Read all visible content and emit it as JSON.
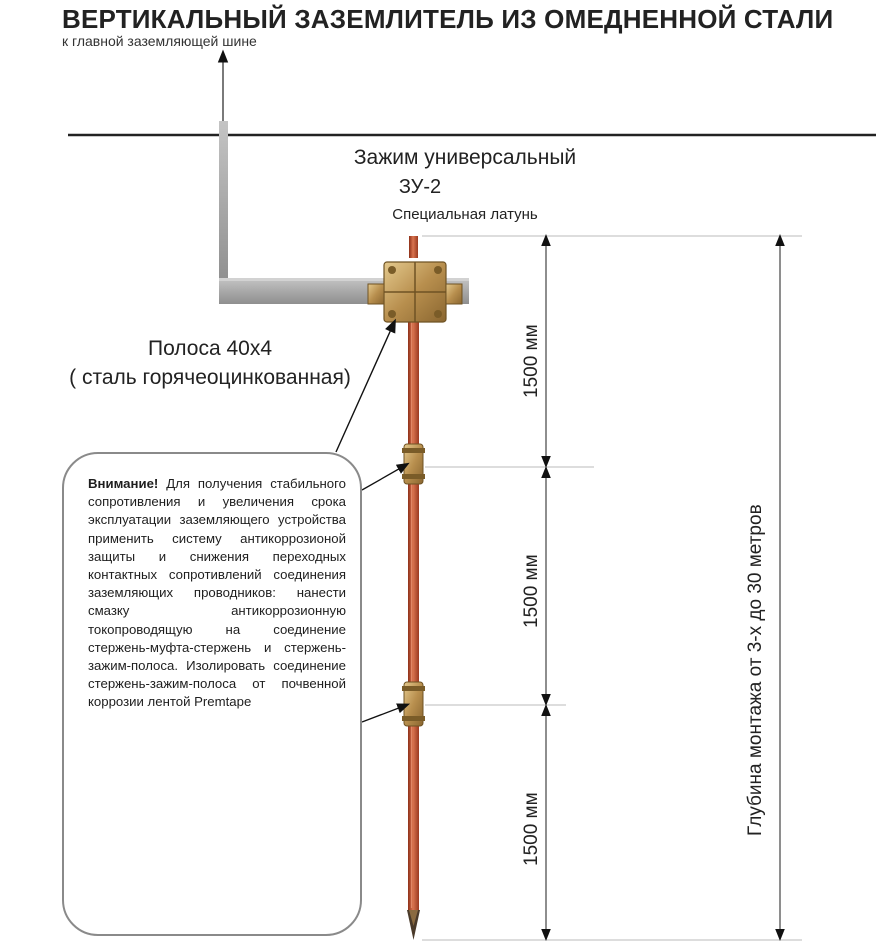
{
  "title": "ВЕРТИКАЛЬНЫЙ ЗАЗЕМЛИТЕЛЬ ИЗ ОМЕДНЕННОЙ СТАЛИ",
  "subtitle": "к главной заземляющей шине",
  "clamp": {
    "title": "Зажим универсальный",
    "model": "ЗУ-2",
    "material": "Специальная латунь"
  },
  "strip": {
    "line1": "Полоса 40х4",
    "line2": "( сталь горячеоцинкованная)"
  },
  "note": {
    "heading": "Внимание!",
    "body": "Для получения стабильного сопротивления и увеличения срока эксплуатации заземляющего устройства применить систему антикоррозионой защиты и снижения переходных контактных сопротивлений соединения заземляющих проводников: нанести смазку антикоррозионную токопроводящую на соединение стержень-муфта-стержень и стержень-зажим-полоса. Изолировать соединение стержень-зажим-полоса от почвенной коррозии лентой Premtape"
  },
  "segments": [
    "1500 мм",
    "1500 мм",
    "1500 мм"
  ],
  "depth_label": "Глубина монтажа от 3-х до 30 метров",
  "colors": {
    "rod": "#b5482a",
    "rod_highlight": "#d9744f",
    "brass": "#c9a86a",
    "strip": "#a9a9a9",
    "ground": "#222222"
  }
}
